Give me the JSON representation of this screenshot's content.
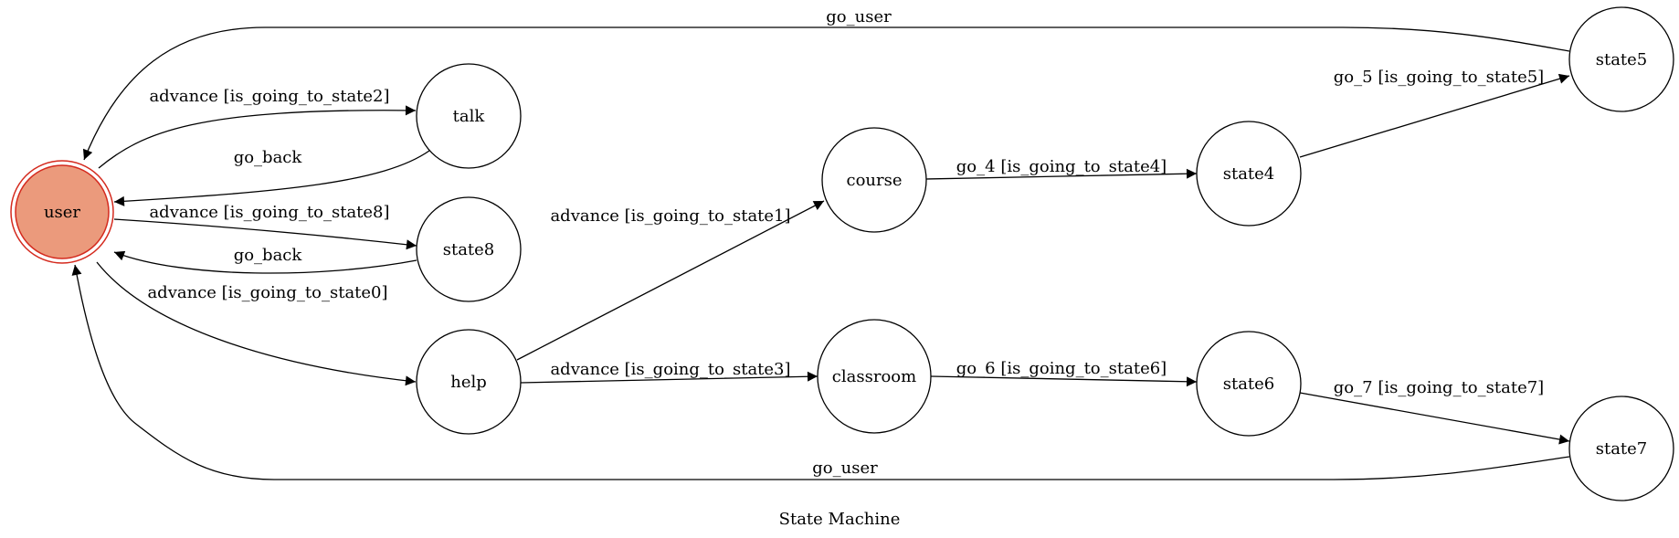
{
  "diagram": {
    "caption": "State Machine",
    "colors": {
      "initial_fill": "#eb9a7c",
      "initial_stroke": "#d42a1e",
      "node_fill": "#ffffff",
      "line": "#000000"
    },
    "nodes": [
      {
        "id": "user",
        "label": "user",
        "initial": true
      },
      {
        "id": "talk",
        "label": "talk"
      },
      {
        "id": "state8",
        "label": "state8"
      },
      {
        "id": "help",
        "label": "help"
      },
      {
        "id": "course",
        "label": "course"
      },
      {
        "id": "classroom",
        "label": "classroom"
      },
      {
        "id": "state4",
        "label": "state4"
      },
      {
        "id": "state6",
        "label": "state6"
      },
      {
        "id": "state5",
        "label": "state5"
      },
      {
        "id": "state7",
        "label": "state7"
      }
    ],
    "edges": [
      {
        "id": "user-talk",
        "from": "user",
        "to": "talk",
        "label": "advance [is_going_to_state2]"
      },
      {
        "id": "talk-user",
        "from": "talk",
        "to": "user",
        "label": "go_back"
      },
      {
        "id": "user-state8",
        "from": "user",
        "to": "state8",
        "label": "advance [is_going_to_state8]"
      },
      {
        "id": "state8-user",
        "from": "state8",
        "to": "user",
        "label": "go_back"
      },
      {
        "id": "user-help",
        "from": "user",
        "to": "help",
        "label": "advance [is_going_to_state0]"
      },
      {
        "id": "help-course",
        "from": "help",
        "to": "course",
        "label": "advance [is_going_to_state1]"
      },
      {
        "id": "help-classroom",
        "from": "help",
        "to": "classroom",
        "label": "advance [is_going_to_state3]"
      },
      {
        "id": "course-state4",
        "from": "course",
        "to": "state4",
        "label": "go_4 [is_going_to_state4]"
      },
      {
        "id": "classroom-state6",
        "from": "classroom",
        "to": "state6",
        "label": "go_6 [is_going_to_state6]"
      },
      {
        "id": "state4-state5",
        "from": "state4",
        "to": "state5",
        "label": "go_5 [is_going_to_state5]"
      },
      {
        "id": "state6-state7",
        "from": "state6",
        "to": "state7",
        "label": "go_7 [is_going_to_state7]"
      },
      {
        "id": "state5-user",
        "from": "state5",
        "to": "user",
        "label": "go_user"
      },
      {
        "id": "state7-user",
        "from": "state7",
        "to": "user",
        "label": "go_user"
      }
    ]
  }
}
